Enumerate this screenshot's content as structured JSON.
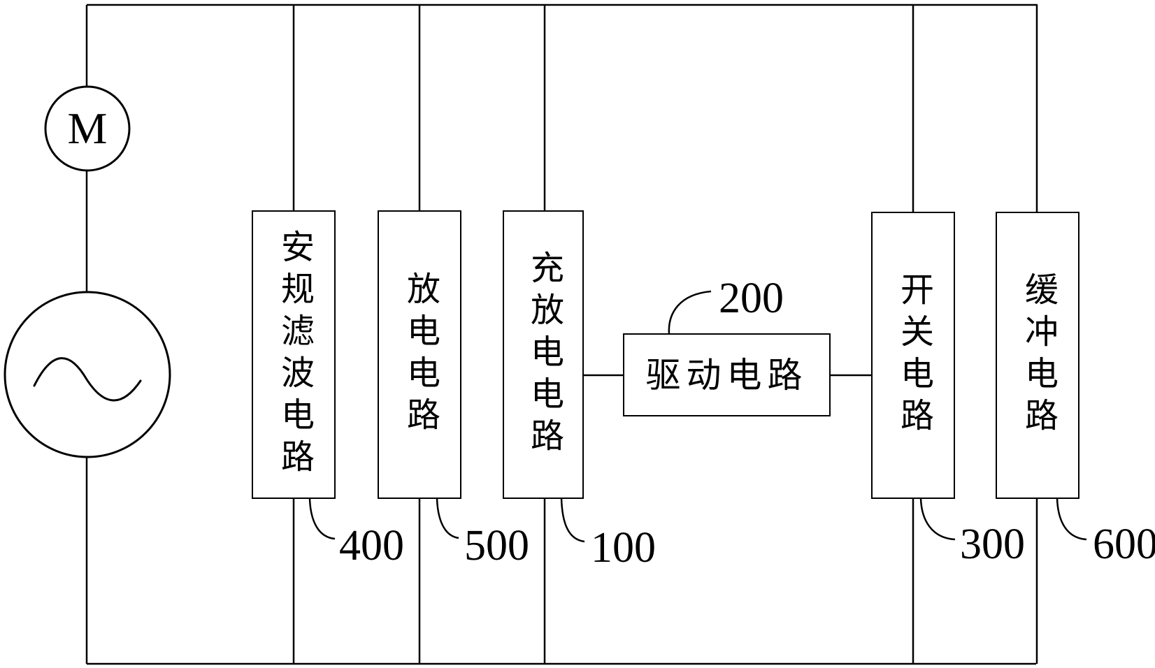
{
  "diagram": {
    "type": "circuit-block-diagram",
    "background": "#ffffff",
    "line_color": "#000000",
    "motor_symbol": "M",
    "ac_source_icon": "sine-wave",
    "blocks": [
      {
        "name": "safety-filter-circuit",
        "label": "安规滤波电路",
        "ref": "400"
      },
      {
        "name": "discharge-circuit",
        "label": "放电电路",
        "ref": "500"
      },
      {
        "name": "charge-discharge-circuit",
        "label": "充放电电路",
        "ref": "100"
      },
      {
        "name": "drive-circuit",
        "label": "驱动电路",
        "ref": "200"
      },
      {
        "name": "switch-circuit",
        "label": "开关电路",
        "ref": "300"
      },
      {
        "name": "buffer-circuit",
        "label": "缓冲电路",
        "ref": "600"
      }
    ]
  }
}
